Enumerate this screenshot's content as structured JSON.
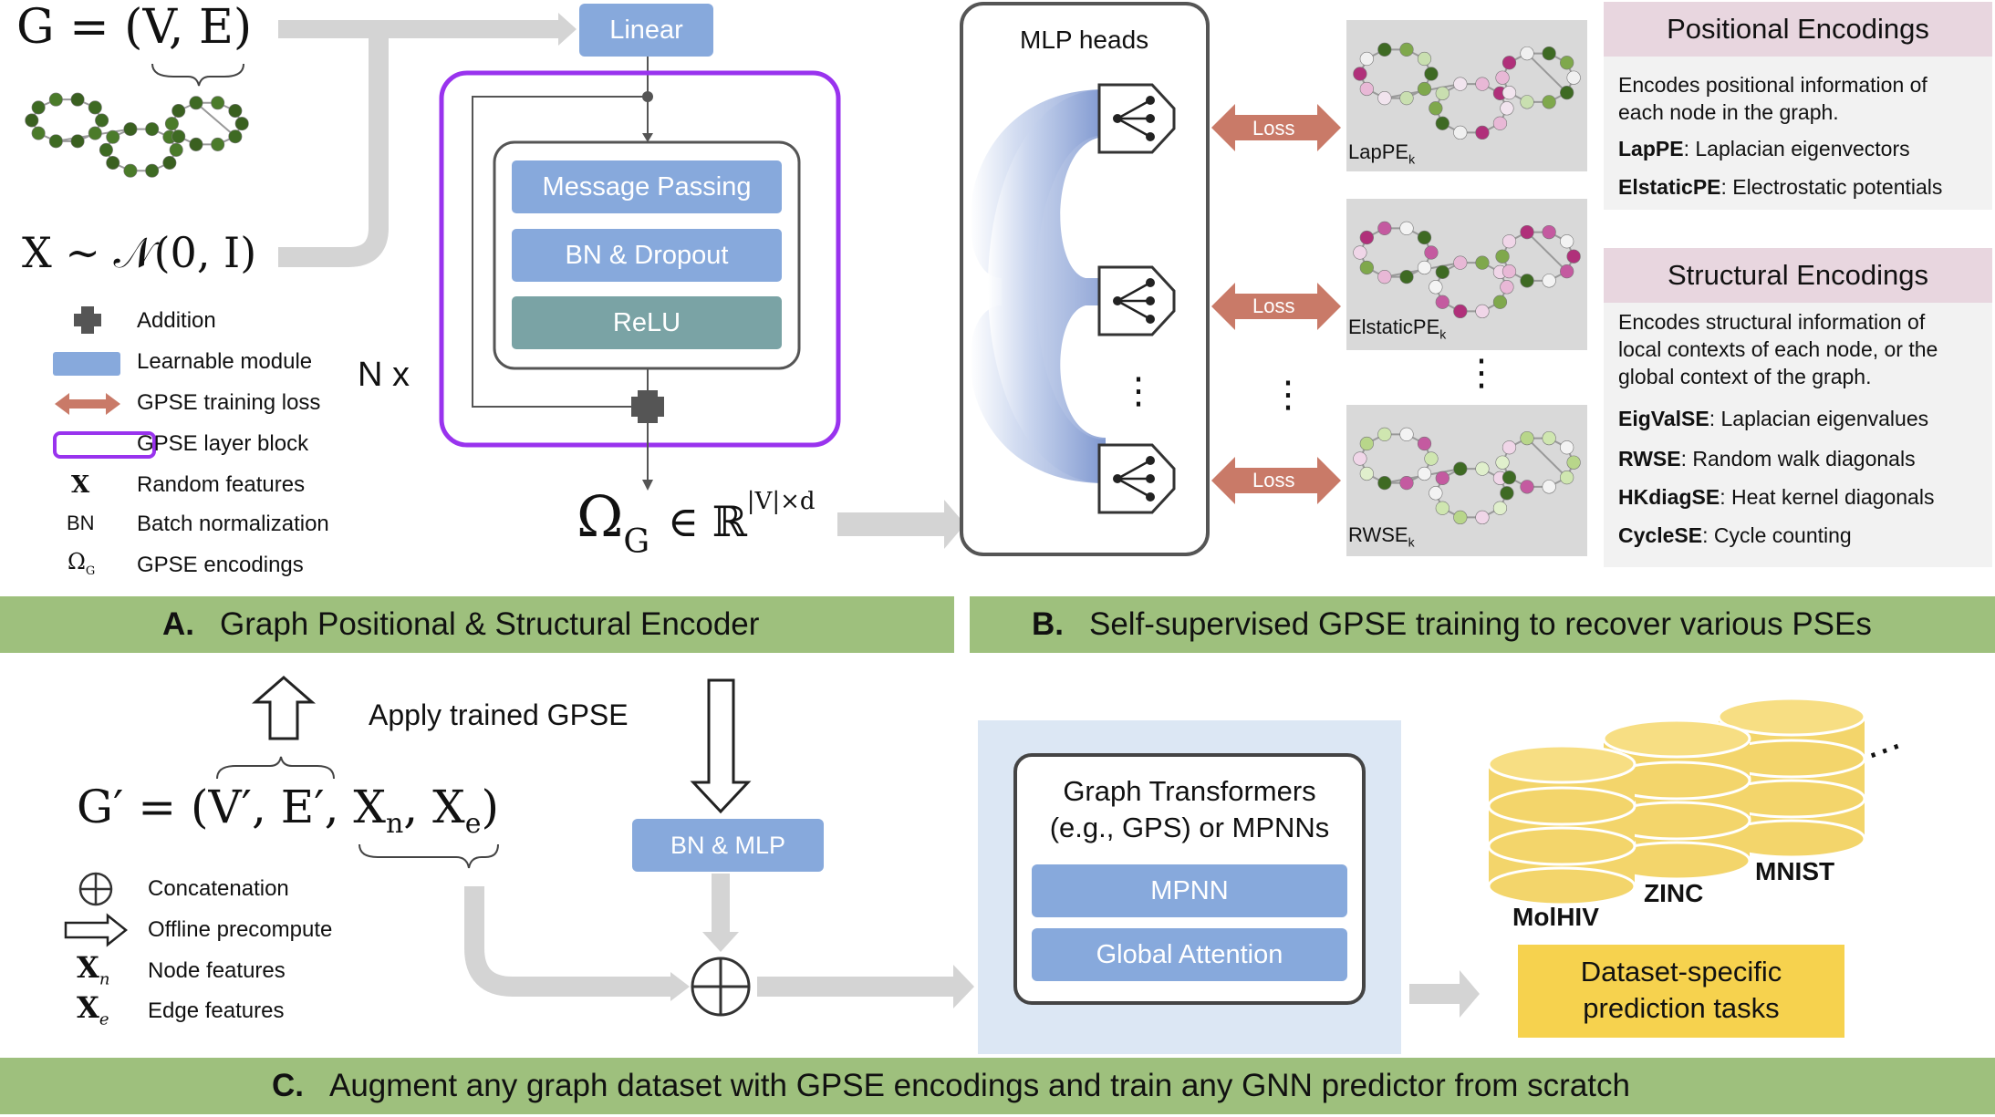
{
  "panelA": {
    "input_graph": "G = (V, E)",
    "random_features": "X ∼ 𝒩(0, I)",
    "linear": "Linear",
    "message_passing": "Message Passing",
    "bn_dropout": "BN & Dropout",
    "relu": "ReLU",
    "repeat": "N x",
    "output": "Ω",
    "output_sub": "G",
    "output_tail": "∈ ℝ",
    "output_sup": "|V|×d",
    "legend": [
      {
        "symbol": "plus-icon",
        "label": "Addition"
      },
      {
        "symbol": "blue-rect",
        "label": "Learnable module"
      },
      {
        "symbol": "double-arrow",
        "label": "GPSE training loss"
      },
      {
        "symbol": "purple-rect",
        "label": "GPSE layer block"
      },
      {
        "symbol": "X",
        "label": "Random features"
      },
      {
        "symbol": "BN",
        "label": "Batch normalization"
      },
      {
        "symbol": "Ω",
        "symbol_sub": "G",
        "label": "GPSE encodings"
      }
    ],
    "banner_letter": "A.",
    "banner_text": "Graph Positional & Structural Encoder"
  },
  "panelB": {
    "mlp_heads": "MLP heads",
    "loss": "Loss",
    "ellipsis": "⋮",
    "graphs": [
      {
        "name": "LapPE",
        "sub": "k"
      },
      {
        "name": "ElstaticPE",
        "sub": "k"
      },
      {
        "name": "RWSE",
        "sub": "k"
      }
    ],
    "pe_title": "Positional Encodings",
    "pe_desc": [
      "Encodes positional information of",
      "each node in the graph."
    ],
    "pe_items": [
      {
        "key": "LapPE",
        "desc": ": Laplacian eigenvectors"
      },
      {
        "key": "ElstaticPE",
        "desc": ": Electrostatic potentials"
      }
    ],
    "se_title": "Structural Encodings",
    "se_desc": [
      "Encodes structural information of",
      "local contexts of each node, or the",
      "global context of the graph."
    ],
    "se_items": [
      {
        "key": "EigValSE",
        "desc": ":  Laplacian eigenvalues"
      },
      {
        "key": "RWSE",
        "desc": ": Random walk diagonals"
      },
      {
        "key": "HKdiagSE",
        "desc": ": Heat kernel diagonals"
      },
      {
        "key": "CycleSE",
        "desc": ": Cycle counting"
      }
    ],
    "banner_letter": "B.",
    "banner_text": "Self-supervised GPSE training to recover various PSEs"
  },
  "panelC": {
    "apply": "Apply trained GPSE",
    "graph": "G′ = (V′, E′, X",
    "graph_n": "n",
    "graph_mid": ", X",
    "graph_e": "e",
    "graph_end": ")",
    "bn_mlp": "BN & MLP",
    "model_title_1": "Graph Transformers",
    "model_title_2": "(e.g., GPS) or MPNNs",
    "mpnn": "MPNN",
    "attention": "Global Attention",
    "datasets": [
      "MolHIV",
      "ZINC",
      "MNIST"
    ],
    "more": "⋯",
    "task_1": "Dataset-specific",
    "task_2": "prediction tasks",
    "legend": [
      {
        "symbol": "oplus-icon",
        "label": "Concatenation"
      },
      {
        "symbol": "hollow-arrow",
        "label": "Offline precompute"
      },
      {
        "symbol": "X",
        "symbol_sub": "n",
        "label": "Node features"
      },
      {
        "symbol": "X",
        "symbol_sub": "e",
        "label": "Edge features"
      }
    ],
    "banner_letter": "C.",
    "banner_text": "Augment any graph dataset with GPSE encodings and train any GNN predictor from scratch"
  },
  "colors": {
    "module_blue": "#87a9dc",
    "relu_teal": "#7aa3a5",
    "layer_purple": "#9933ee",
    "loss_salmon": "#c97a68",
    "banner_green": "#9ec07d",
    "pe_header": "#e8d6df",
    "dataset_yellow": "#f3d56b",
    "task_yellow": "#f6d24e",
    "gray_arrow": "#d4d4d4"
  }
}
